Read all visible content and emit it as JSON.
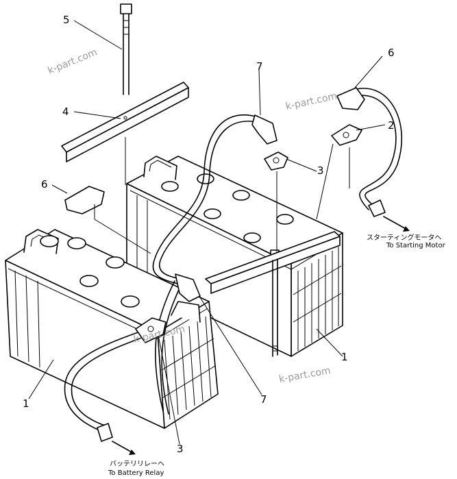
{
  "watermark": {
    "text_1": "k-part.com",
    "text_2": "k-part.com",
    "text_3": "k-part.com",
    "text_4": "k-part.com",
    "color": "#9a9a9a"
  },
  "callouts": {
    "c1_left": "1",
    "c1_right": "1",
    "c2": "2",
    "c3_top": "3",
    "c3_bottom": "3",
    "c4": "4",
    "c5": "5",
    "c6_left": "6",
    "c6_right": "6",
    "c7_top": "7",
    "c7_bottom": "7"
  },
  "destinations": {
    "starting_motor_jp": "スターティングモータヘ",
    "starting_motor_en": "To Starting Motor",
    "battery_relay_jp": "バッテリリレーヘ",
    "battery_relay_en": "To Battery Relay"
  },
  "colors": {
    "line": "#000000",
    "background": "#ffffff"
  }
}
